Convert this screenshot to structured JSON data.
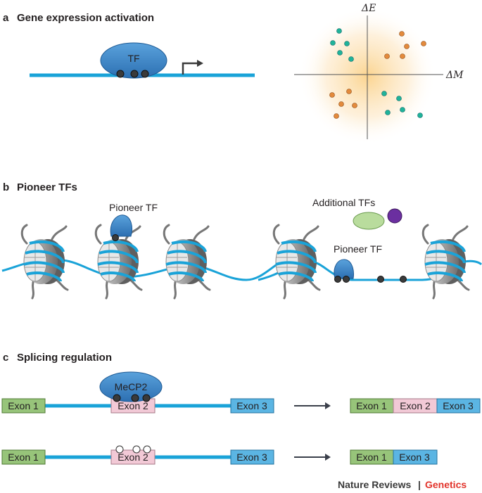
{
  "panel_a": {
    "letter": "a",
    "title": "Gene expression activation",
    "tf_label": "TF",
    "axis_y": "ΔE",
    "axis_x": "ΔM"
  },
  "panel_b": {
    "letter": "b",
    "title": "Pioneer TFs",
    "pioneer_label_left": "Pioneer TF",
    "additional_label": "Additional TFs",
    "pioneer_label_right": "Pioneer TF"
  },
  "panel_c": {
    "letter": "c",
    "title": "Splicing regulation",
    "mecp2_label": "MeCP2",
    "row1": {
      "exon1": "Exon 1",
      "exon2": "Exon 2",
      "exon3": "Exon 3"
    },
    "row1_result": {
      "exon1": "Exon 1",
      "exon2": "Exon 2",
      "exon3": "Exon 3"
    },
    "row2": {
      "exon1": "Exon 1",
      "exon2": "Exon 2",
      "exon3": "Exon 3"
    },
    "row2_result": {
      "exon1": "Exon 1",
      "exon3": "Exon 3"
    }
  },
  "footer": {
    "journal": "Nature Reviews",
    "separator": "|",
    "section": "Genetics"
  },
  "colors": {
    "dna": "#1aa3d8",
    "tf_blue": "#3a84c6",
    "teal_dot": "#1fb39a",
    "orange_dot": "#e38a3c",
    "exon1_green": "#97c47a",
    "exon2_pink": "#f2c9d6",
    "exon3_blue": "#5bb5e3",
    "brand_red": "#e2332b"
  }
}
